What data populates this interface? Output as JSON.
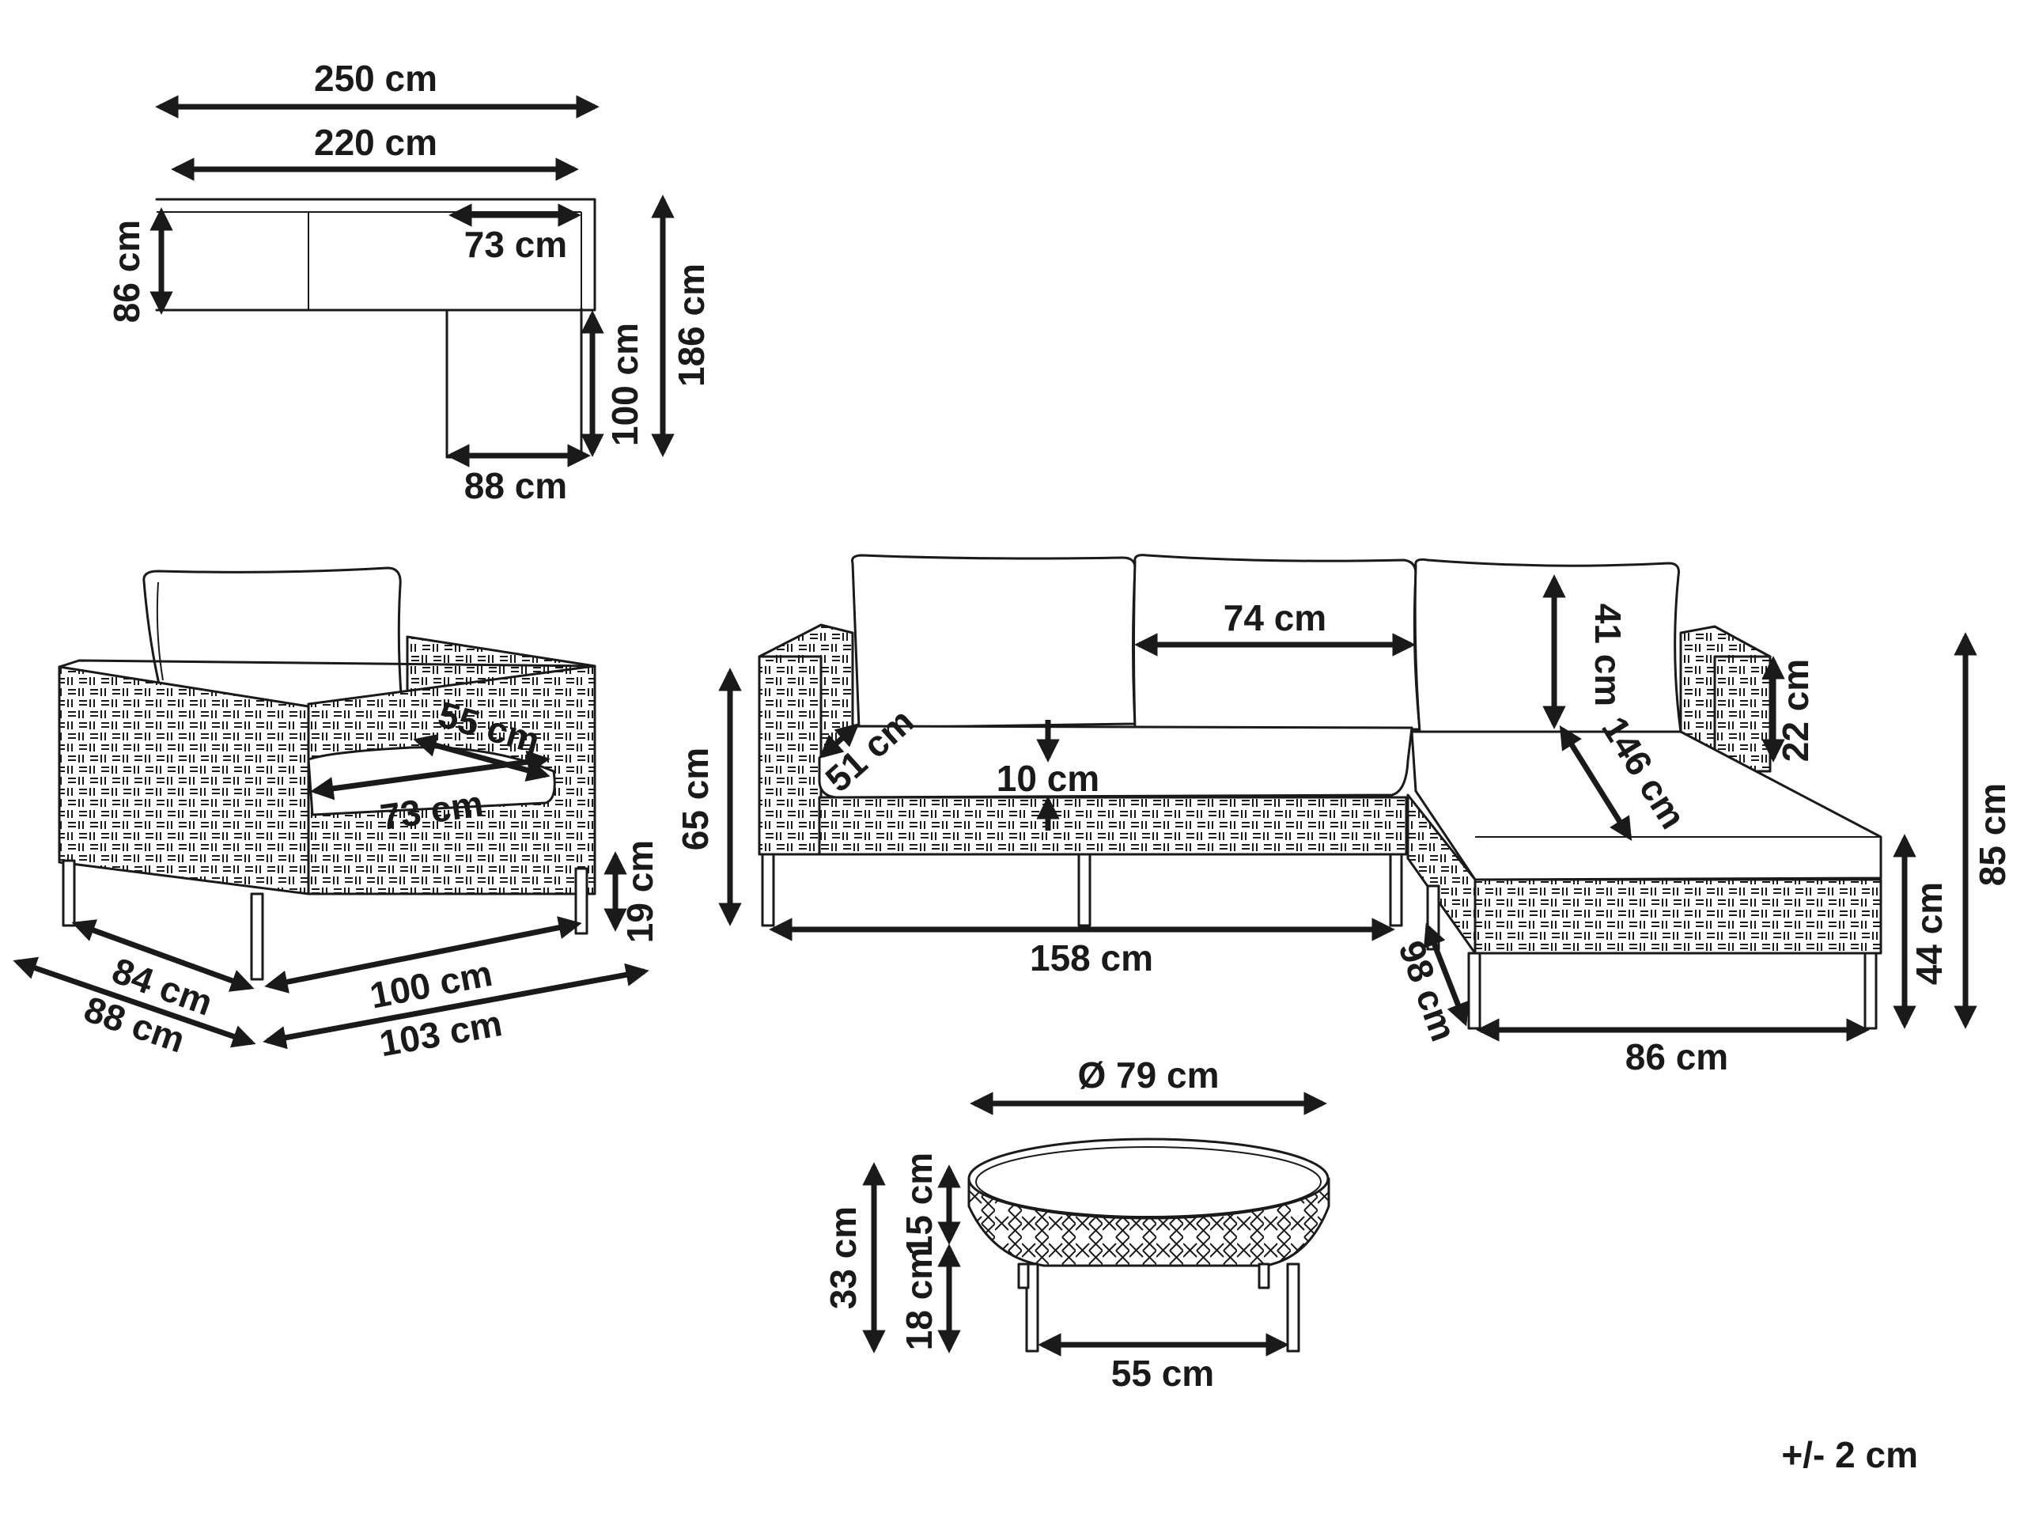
{
  "top_view": {
    "total_width": "250 cm",
    "sofa_width": "220 cm",
    "sofa_depth": "86 cm",
    "chaise_overlap": "73 cm",
    "chaise_length": "100 cm",
    "total_depth": "186 cm",
    "chaise_width": "88 cm"
  },
  "armchair": {
    "seat_depth": "55 cm",
    "seat_width": "73 cm",
    "leg_height": "19 cm",
    "side_depth": "84 cm",
    "front_width": "100 cm",
    "outer_depth": "88 cm",
    "outer_width": "103 cm"
  },
  "sofa": {
    "cushion_width": "74 cm",
    "back_height": "41 cm",
    "seat_depth": "51 cm",
    "cushion_thickness": "10 cm",
    "total_height_left": "65 cm",
    "length": "158 cm",
    "chaise_length": "146 cm",
    "armrest_height": "22 cm",
    "total_height": "85 cm",
    "seat_height": "44 cm",
    "chaise_depth": "98 cm",
    "chaise_width": "86 cm"
  },
  "table": {
    "diameter": "Ø 79 cm",
    "total_height": "33 cm",
    "top_height": "15 cm",
    "leg_height": "18 cm",
    "base_width": "55 cm"
  },
  "tolerance": "+/- 2 cm"
}
